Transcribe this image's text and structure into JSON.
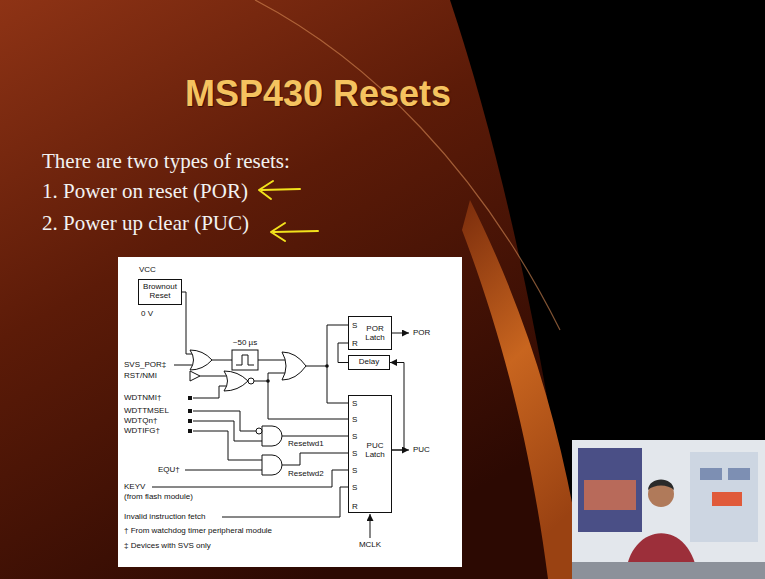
{
  "diagram": {
    "title": "MSP430 Resets",
    "nodes": [
      {
        "text": [
          "Brownout Reset"
        ]
      },
      {
        "text": [
          "S",
          "R",
          "POR Latch"
        ]
      },
      {
        "text": [
          "Delay"
        ]
      },
      {
        "text": [
          "S",
          "S",
          "S",
          "S",
          "S",
          "S",
          "PUC Latch",
          "R"
        ]
      }
    ],
    "edges": [
      {
        "from": 3,
        "to": 2,
        "arrow": "to"
      },
      {
        "from": 2,
        "to": 1,
        "arrow": "none"
      }
    ],
    "labels": [
      "There are two types of resets:",
      "1. Power on reset (POR)",
      "2. Power up clear (PUC)",
      "VCC",
      "0 V",
      "~50 µs",
      "SVS_POR‡",
      "RST/NMI",
      "WDTNMI†",
      "WDTTMSEL",
      "WDTQn†",
      "WDTIFG†",
      "Resetwd1",
      "Resetwd2",
      "EQU†",
      "KEYV",
      "(from flash module)",
      "Invalid instruction fetch",
      "POR",
      "PUC",
      "MCLK",
      "† From watchdog timer peripheral module",
      "‡ Devices with SVS only"
    ]
  }
}
